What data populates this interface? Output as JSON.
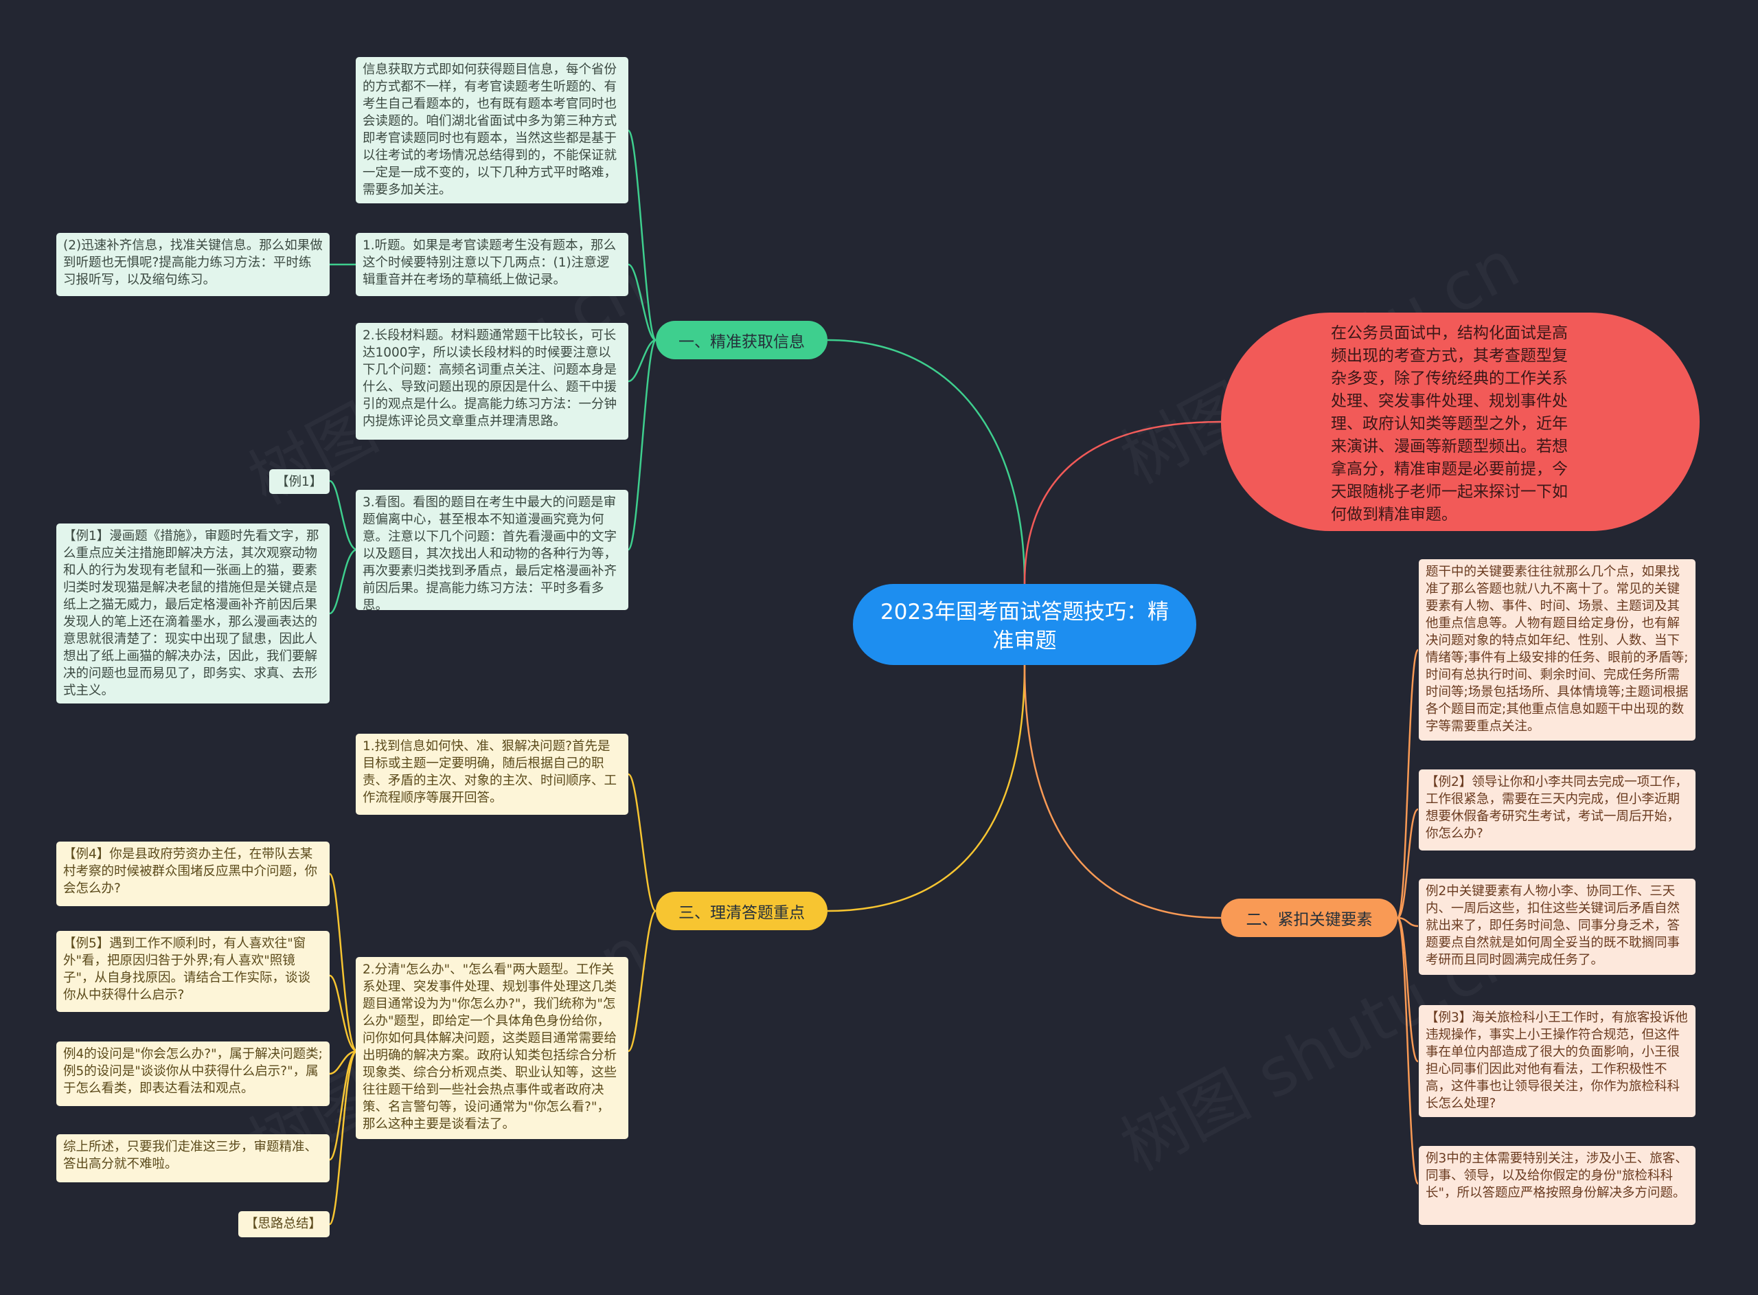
{
  "center": {
    "title": "2023年国考面试答题技巧：精准审题"
  },
  "intro": "在公务员面试中，结构化面试是高频出现的考查方式，其考查题型复杂多变，除了传统经典的工作关系处理、突发事件处理、规划事件处理、政府认知类等题型之外，近年来演讲、漫画等新题型频出。若想拿高分，精准审题是必要前提，今天跟随桃子老师一起来探讨一下如何做到精准审题。",
  "watermark": "树图 shutu.cn",
  "branch1": {
    "label": "一、精准获取信息",
    "color": "#3ecf8e",
    "n1": "信息获取方式即如何获得题目信息，每个省份的方式都不一样，有考官读题考生听题的、有考生自己看题本的，也有既有题本考官同时也会读题的。咱们湖北省面试中多为第三种方式即考官读题同时也有题本，当然这些都是基于以往考试的考场情况总结得到的，不能保证就一定是一成不变的，以下几种方式平时略难，需要多加关注。",
    "n2": "1.听题。如果是考官读题考生没有题本，那么这个时候要特别注意以下几两点：(1)注意逻辑重音并在考场的草稿纸上做记录。",
    "n2a": "(2)迅速补齐信息，找准关键信息。那么如果做到听题也无惧呢?提高能力练习方法：平时练习报听写，以及缩句练习。",
    "n3": "2.长段材料题。材料题通常题干比较长，可长达1000字，所以读长段材料的时候要注意以下几个问题：高频名词重点关注、问题本身是什么、导致问题出现的原因是什么、题干中援引的观点是什么。提高能力练习方法：一分钟内提炼评论员文章重点并理清思路。",
    "n4": "3.看图。看图的题目在考生中最大的问题是审题偏离中心，甚至根本不知道漫画究竟为何意。注意以下几个问题：首先看漫画中的文字以及题目，其次找出人和动物的各种行为等，再次要素归类找到矛盾点，最后定格漫画补齐前因后果。提高能力练习方法：平时多看多思。",
    "n4a": "【例1】",
    "n4b": "【例1】漫画题《措施》，审题时先看文字，那么重点应关注措施即解决方法，其次观察动物和人的行为发现有老鼠和一张画上的猫，要素归类时发现猫是解决老鼠的措施但是关键点是纸上之猫无威力，最后定格漫画补齐前因后果发现人的笔上还在滴着墨水，那么漫画表达的意思就很清楚了：现实中出现了鼠患，因此人想出了纸上画猫的解决办法，因此，我们要解决的问题也显而易见了，即务实、求真、去形式主义。"
  },
  "branch2": {
    "label": "二、紧扣关键要素",
    "color": "#f99a55",
    "n1": "题干中的关键要素往往就那么几个点，如果找准了那么答题也就八九不离十了。常见的关键要素有人物、事件、时间、场景、主题词及其他重点信息等。人物有题目给定身份，也有解决问题对象的特点如年纪、性别、人数、当下情绪等;事件有上级安排的任务、眼前的矛盾等;时间有总执行时间、剩余时间、完成任务所需时间等;场景包括场所、具体情境等;主题词根据各个题目而定;其他重点信息如题干中出现的数字等需要重点关注。",
    "n2": "【例2】领导让你和小李共同去完成一项工作，工作很紧急，需要在三天内完成，但小李近期想要休假备考研究生考试，考试一周后开始，你怎么办?",
    "n3": "例2中关键要素有人物小李、协同工作、三天内、一周后这些，扣住这些关键词后矛盾自然就出来了，即任务时间急、同事分身乏术，答题要点自然就是如何周全妥当的既不耽搁同事考研而且同时圆满完成任务了。",
    "n4": "【例3】海关旅检科小王工作时，有旅客投诉他违规操作，事实上小王操作符合规范，但这件事在单位内部造成了很大的负面影响，小王很担心同事们因此对他有看法，工作积极性不高，这件事也让领导很关注，你作为旅检科科长怎么处理?",
    "n5": "例3中的主体需要特别关注，涉及小王、旅客、同事、领导，以及给你假定的身份\"旅检科科长\"，所以答题应严格按照身份解决多方问题。"
  },
  "branch3": {
    "label": "三、理清答题重点",
    "color": "#f7c531",
    "n1": "1.找到信息如何快、准、狠解决问题?首先是目标或主题一定要明确，随后根据自己的职责、矛盾的主次、对象的主次、时间顺序、工作流程顺序等展开回答。",
    "n2": "2.分清\"怎么办\"、\"怎么看\"两大题型。工作关系处理、突发事件处理、规划事件处理这几类题目通常设为为\"你怎么办?\"，我们统称为\"怎么办\"题型，即给定一个具体角色身份给你，问你如何具体解决问题，这类题目通常需要给出明确的解决方案。政府认知类包括综合分析现象类、综合分析观点类、职业认知等，这些往往题干给到一些社会热点事件或者政府决策、名言警句等，设问通常为\"你怎么看?\"，那么这种主要是谈看法了。",
    "n2a": "【例4】你是县政府劳资办主任，在带队去某村考察的时候被群众围堵反应黑中介问题，你会怎么办?",
    "n2b": "【例5】遇到工作不顺利时，有人喜欢往\"窗外\"看，把原因归咎于外界;有人喜欢\"照镜子\"，从自身找原因。请结合工作实际，谈谈你从中获得什么启示?",
    "n2c": "例4的设问是\"你会怎么办?\"，属于解决问题类;例5的设问是\"谈谈你从中获得什么启示?\"，属于怎么看类，即表达看法和观点。",
    "n2d": "综上所述，只要我们走准这三步，审题精准、答出高分就不难啦。",
    "n2e": "【思路总结】"
  }
}
